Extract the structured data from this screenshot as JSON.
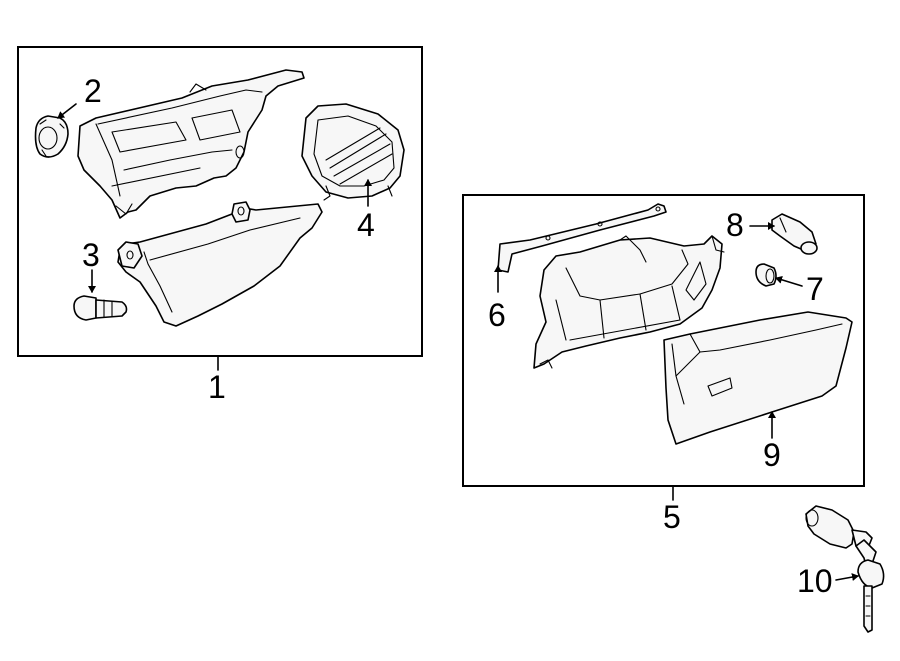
{
  "diagram": {
    "callouts": {
      "c1": "1",
      "c2": "2",
      "c3": "3",
      "c4": "4",
      "c5": "5",
      "c6": "6",
      "c7": "7",
      "c8": "8",
      "c9": "9",
      "c10": "10"
    }
  }
}
